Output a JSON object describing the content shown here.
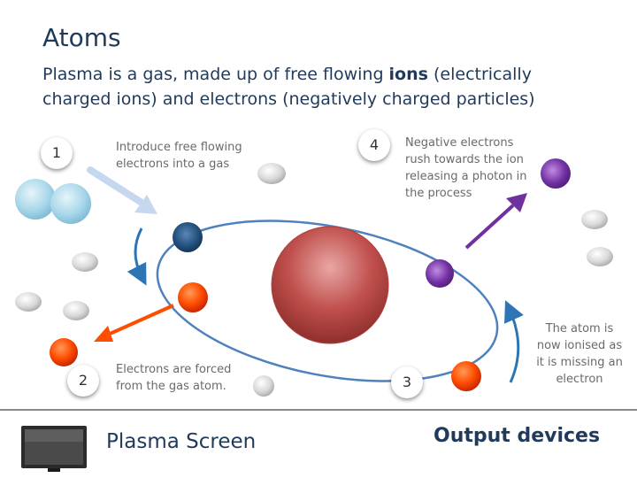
{
  "title": "Atoms",
  "subtitle": {
    "before": "Plasma is a gas, made up of free flowing ",
    "bold": "ions",
    "after": " (electrically charged ions) and electrons (negatively charged particles)"
  },
  "steps": [
    {
      "number": "1",
      "caption": "Introduce free flowing electrons into a gas"
    },
    {
      "number": "2",
      "caption": "Electrons are forced from the gas atom."
    },
    {
      "number": "3",
      "caption": "The atom is now ionised as it is missing an electron"
    },
    {
      "number": "4",
      "caption": "Negative electrons rush towards the ion releasing a photon in the process"
    }
  ],
  "footer": {
    "left": "Plasma Screen",
    "right": "Output devices"
  },
  "colors": {
    "title": "#1f3a5a",
    "nucleus": "#c0504d",
    "orbit": "#4f81bd",
    "red_electron": "#ff4d00",
    "navy_electron": "#1f4e79",
    "purple_photon": "#7030a0"
  },
  "icons": {
    "tv": "flat-screen-tv-icon"
  }
}
